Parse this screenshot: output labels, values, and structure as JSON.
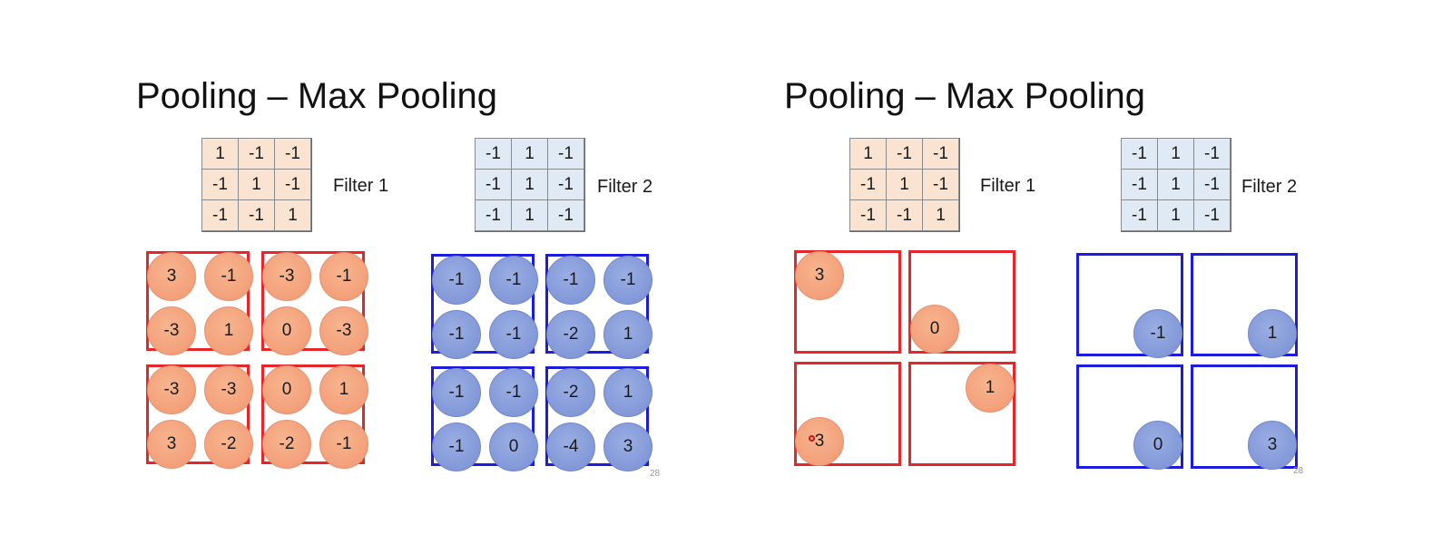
{
  "slides": [
    {
      "title": "Pooling – Max Pooling",
      "filter1": {
        "label": "Filter 1",
        "cells": [
          "1",
          "-1",
          "-1",
          "-1",
          "1",
          "-1",
          "-1",
          "-1",
          "1"
        ]
      },
      "filter2": {
        "label": "Filter 2",
        "cells": [
          "-1",
          "1",
          "-1",
          "-1",
          "1",
          "-1",
          "-1",
          "1",
          "-1"
        ]
      },
      "red_boxes": [
        [
          "3",
          "-1",
          "-3",
          "1"
        ],
        [
          "-3",
          "-1",
          "0",
          "-3"
        ],
        [
          "-3",
          "-3",
          "3",
          "-2"
        ],
        [
          "0",
          "1",
          "-2",
          "-1"
        ]
      ],
      "blue_boxes": [
        [
          "-1",
          "-1",
          "-1",
          "-1"
        ],
        [
          "-1",
          "-1",
          "-2",
          "1"
        ],
        [
          "-1",
          "-1",
          "-1",
          "0"
        ],
        [
          "-2",
          "1",
          "-4",
          "3"
        ]
      ],
      "page_number": "28"
    },
    {
      "title": "Pooling – Max Pooling",
      "filter1": {
        "label": "Filter 1",
        "cells": [
          "1",
          "-1",
          "-1",
          "-1",
          "1",
          "-1",
          "-1",
          "-1",
          "1"
        ]
      },
      "filter2": {
        "label": "Filter 2",
        "cells": [
          "-1",
          "1",
          "-1",
          "-1",
          "1",
          "-1",
          "-1",
          "1",
          "-1"
        ]
      },
      "red_max": [
        "3",
        "0",
        "3",
        "1"
      ],
      "blue_max": [
        "-1",
        "1",
        "0",
        "3"
      ],
      "page_number": "28"
    }
  ],
  "colors": {
    "red_box": "#e8262a",
    "blue_box": "#1c1ce0",
    "orange_circle": "#f3a07a",
    "blue_circle": "#8298d8",
    "filter1_bg": "#fbe3d1",
    "filter2_bg": "#dfeaf5"
  }
}
